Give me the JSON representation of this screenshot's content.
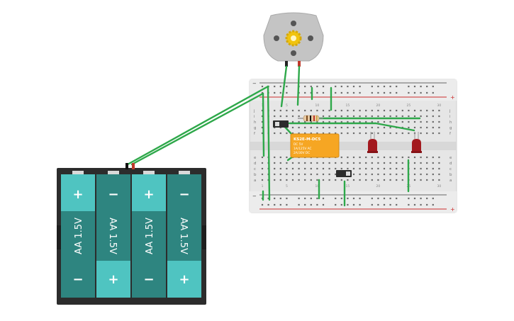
{
  "colors": {
    "battery_case": "#2c2c2c",
    "cell_teal": "#2e8580",
    "cell_light": "#4fc4c1",
    "wire_green": "#2ea84a",
    "breadboard": "#e4e4e4",
    "rail_red": "#cc2b2b",
    "relay": "#f6a623",
    "led": "#a3191e",
    "motor_body": "#bfbfbf",
    "gear": "#f1c40f"
  },
  "battery": {
    "cells": [
      {
        "label": "AA 1.5V",
        "top_sign": "+",
        "bottom_sign": "−",
        "plus_on_top": true
      },
      {
        "label": "AA 1.5V",
        "top_sign": "−",
        "bottom_sign": "+",
        "plus_on_top": false
      },
      {
        "label": "AA 1.5V",
        "top_sign": "+",
        "bottom_sign": "−",
        "plus_on_top": true
      },
      {
        "label": "AA 1.5V",
        "top_sign": "−",
        "bottom_sign": "+",
        "plus_on_top": false
      }
    ]
  },
  "relay": {
    "model": "KS2E-M-DC5",
    "line1": "DC 5V",
    "line2": "1A/125V AC",
    "line3": "2A/30V DC"
  },
  "breadboard": {
    "rail_plus": "+",
    "rail_minus": "−",
    "row_letters_top": [
      "j",
      "i",
      "h",
      "g",
      "f"
    ],
    "row_letters_bottom": [
      "e",
      "d",
      "c",
      "b",
      "a"
    ],
    "column_numbers": [
      "1",
      "5",
      "10",
      "15",
      "20",
      "25",
      "30"
    ]
  }
}
